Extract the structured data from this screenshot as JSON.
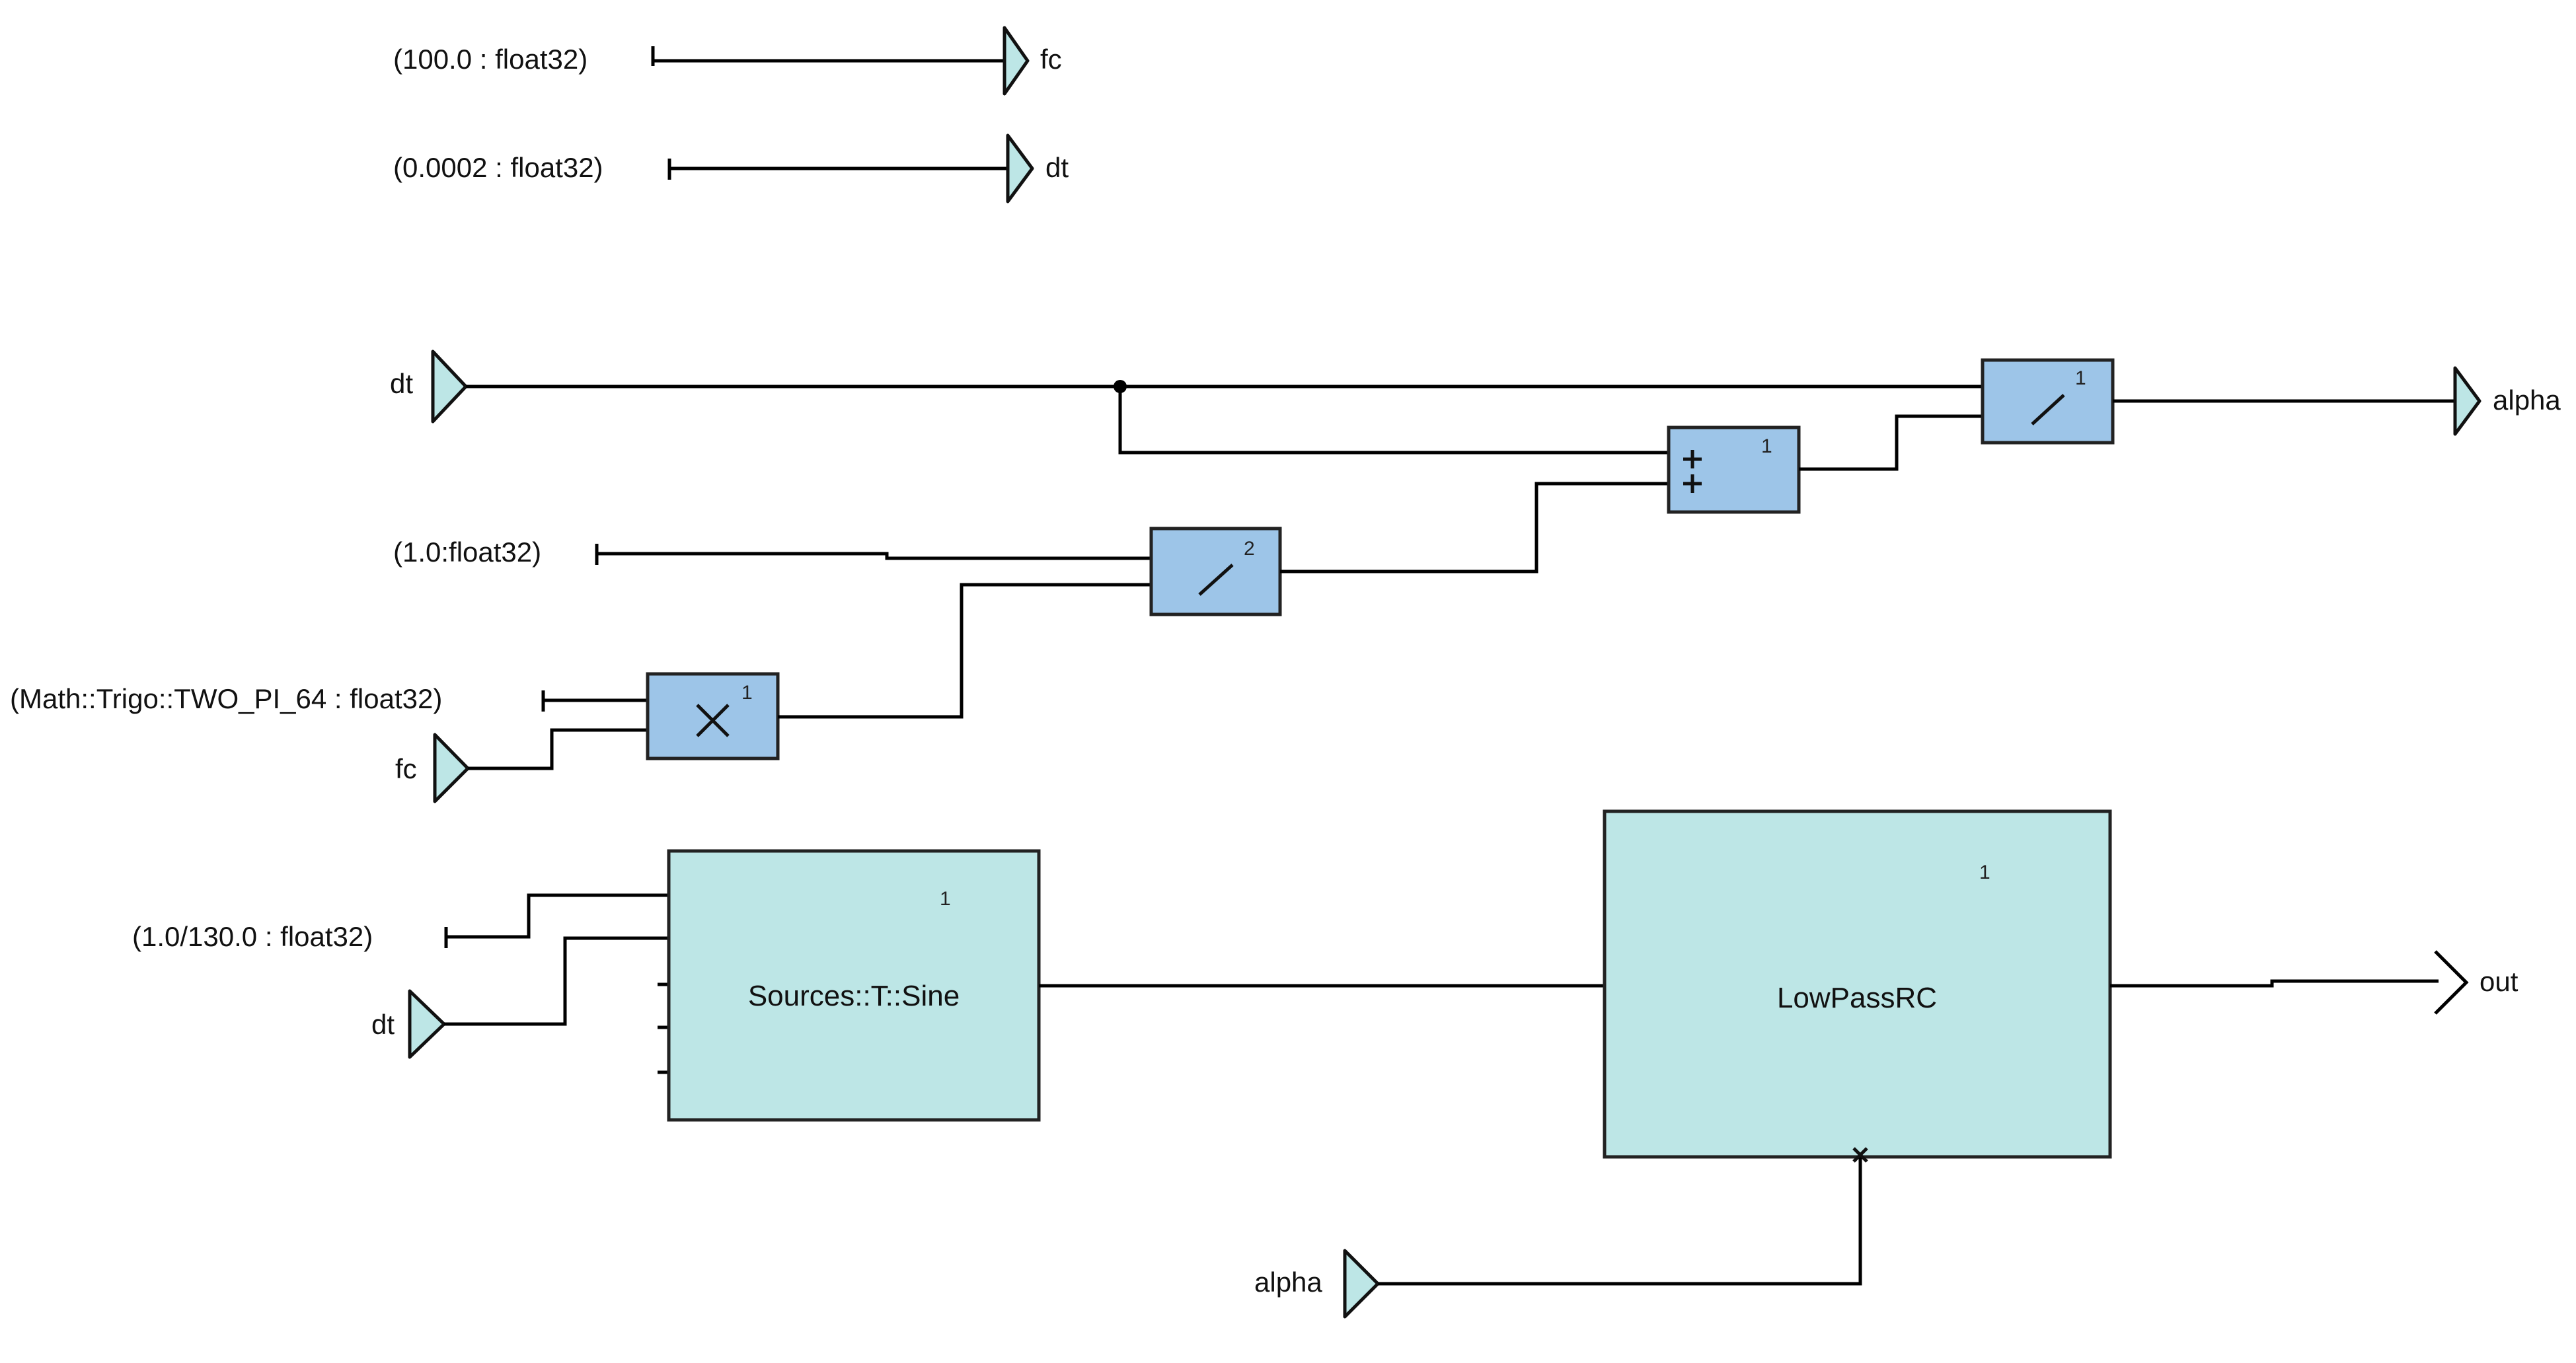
{
  "constants": {
    "fc_value": "(100.0 : float32)",
    "dt_value": "(0.0002 : float32)",
    "one": "(1.0:float32)",
    "two_pi": "(Math::Trigo::TWO_PI_64 : float32)",
    "sine_freq": "(1.0/130.0 : float32)"
  },
  "ports": {
    "out_fc": "fc",
    "out_dt": "dt",
    "in_dt_main": "dt",
    "out_alpha": "alpha",
    "in_fc": "fc",
    "in_dt_sine": "dt",
    "in_alpha": "alpha",
    "out_out": "out"
  },
  "operators": {
    "multiply": {
      "symbol": "×",
      "index": "1"
    },
    "divide_2": {
      "symbol": "/",
      "index": "2"
    },
    "sum": {
      "symbol": "+ +",
      "index": "1"
    },
    "divide_1": {
      "symbol": "/",
      "index": "1"
    }
  },
  "blocks": {
    "sine": {
      "label": "Sources::T::Sine",
      "index": "1"
    },
    "lowpass": {
      "label": "LowPassRC",
      "index": "1"
    }
  },
  "colors": {
    "operator_fill": "#9dc5e8",
    "block_fill": "#bde6e6",
    "port_fill": "#bde6e6"
  }
}
